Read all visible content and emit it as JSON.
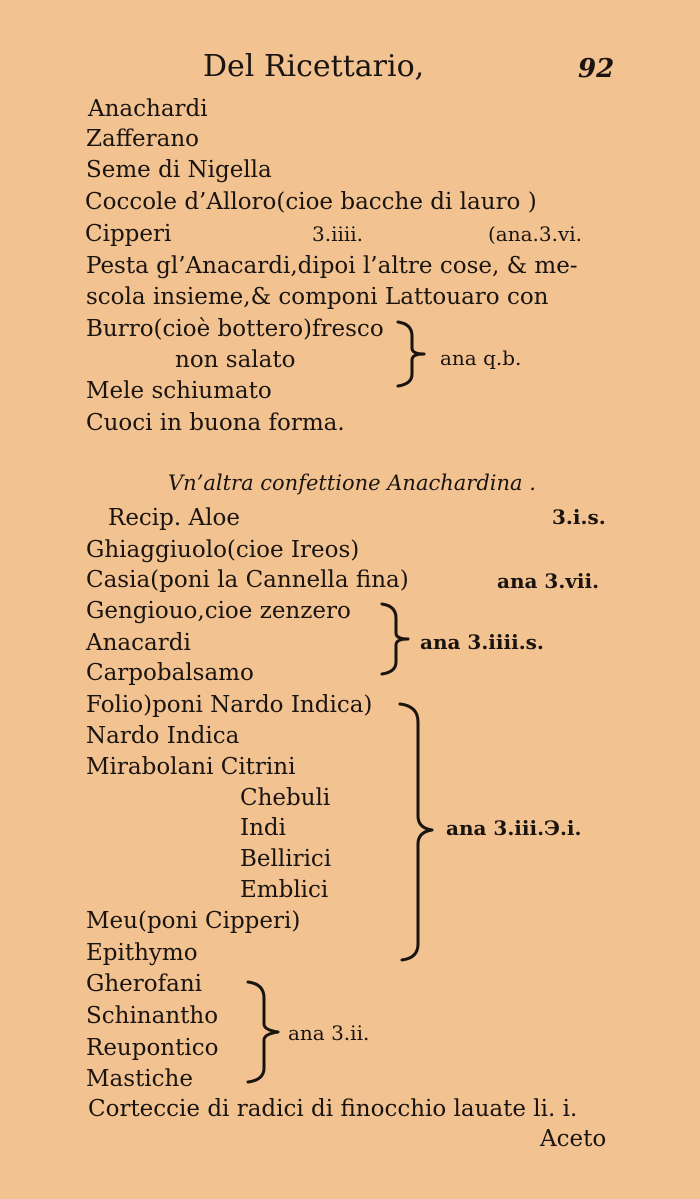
{
  "header": {
    "title": "Del Ricettario,",
    "page_number": "92"
  },
  "first_recipe": {
    "lines": [
      "Anachardi",
      "Zafferano",
      "Seme di Nigella",
      "Coccole d’Alloro(cioe bacche di lauro )",
      "Cipperi",
      "Pesta gl’Anacardi,dipoi l’altre cose, & me-",
      "scola insieme,& componi Lattouaro con"
    ],
    "cipperi_qty": "3.iiii.",
    "cipperi_ana": "(ana.3.vi.",
    "burro_group": {
      "items": [
        "Burro(cioè bottero)fresco",
        "non salato",
        "Mele schiumato"
      ],
      "dose": "ana q.b."
    },
    "closing": "Cuoci in buona forma."
  },
  "second_recipe": {
    "title": "Vn’altra confettione Anachardina .",
    "recip": "Recip. Aloe",
    "recip_dose": "3.i.s.",
    "line_ghiaggiuolo": "Ghiaggiuolo(cioe Ireos)",
    "line_casia": "Casia(poni la Cannella fina)",
    "casia_dose": "ana 3.vii.",
    "group_gengiouo": {
      "items": [
        "Gengiouo,cioe zenzero",
        "Anacardi",
        "Carpobalsamo"
      ],
      "dose": "ana 3.iiii.s."
    },
    "group_folio": {
      "items": [
        "Folio)poni Nardo Indica)",
        "Nardo Indica",
        "Mirabolani Citrini",
        "Chebuli",
        "Indi",
        "Bellirici",
        "Emblici",
        "Meu(poni Cipperi)",
        "Epithymo"
      ],
      "dose": "ana 3.iii.Э.i."
    },
    "group_gherofani": {
      "items": [
        "Gherofani",
        "Schinantho",
        "Reupontico",
        "Mastiche"
      ],
      "dose": "ana 3.ii."
    },
    "corteccie": "Corteccie di radici di finocchio lauate li. i.",
    "catchword": "Aceto"
  }
}
